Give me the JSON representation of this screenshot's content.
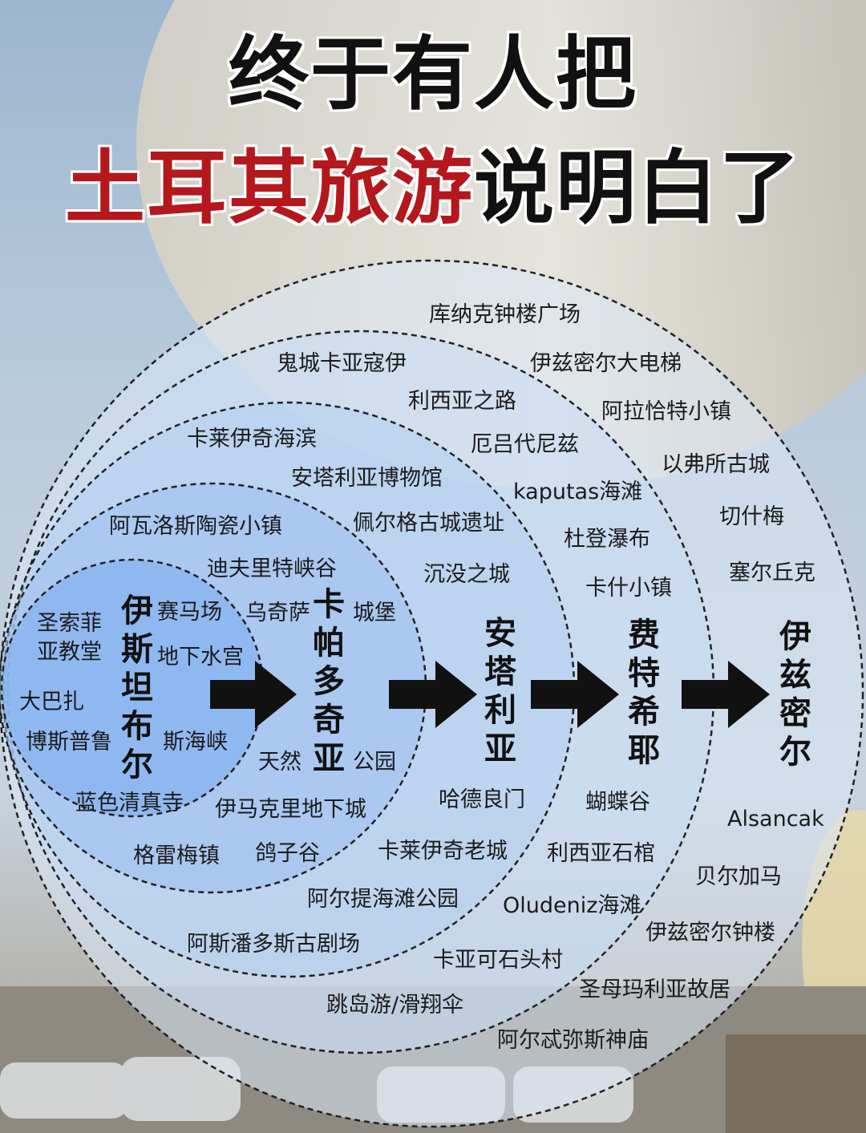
{
  "title": {
    "line1": "终于有人把",
    "line2_red": "土耳其旅游",
    "line2_black": "说明白了"
  },
  "cities": [
    "伊斯坦布尔",
    "卡帕多奇亚",
    "安塔利亚",
    "费特希耶",
    "伊兹密尔"
  ],
  "istanbul": [
    "圣索菲亚教堂",
    "赛马场",
    "地下水宫",
    "大巴扎",
    "博斯普鲁",
    "斯海峡",
    "蓝色清真寺"
  ],
  "cappadocia": [
    "阿瓦洛斯陶瓷小镇",
    "迪夫里特峡谷",
    "乌奇萨",
    "城堡",
    "天然",
    "公园",
    "伊马克里地下城",
    "格雷梅镇",
    "鸽子谷"
  ],
  "antalya": [
    "卡莱伊奇海滨",
    "安塔利亚博物馆",
    "佩尔格古城遗址",
    "沉没之城",
    "哈德良门",
    "卡莱伊奇老城",
    "阿尔提海滩公园",
    "阿斯潘多斯古剧场"
  ],
  "fethiye": [
    "鬼城卡亚寇伊",
    "利西亚之路",
    "厄吕代尼兹",
    "kaputas海滩",
    "杜登瀑布",
    "卡什小镇",
    "蝴蝶谷",
    "利西亚石棺",
    "Oludeniz海滩",
    "卡亚可石头村",
    "跳岛游/滑翔伞"
  ],
  "izmir": [
    "库纳克钟楼广场",
    "伊兹密尔大电梯",
    "阿拉恰特小镇",
    "以弗所古城",
    "切什梅",
    "塞尔丘克",
    "Alsancak",
    "贝尔加马",
    "伊兹密尔钟楼",
    "圣母玛利亚故居",
    "阿尔忒弥斯神庙"
  ]
}
